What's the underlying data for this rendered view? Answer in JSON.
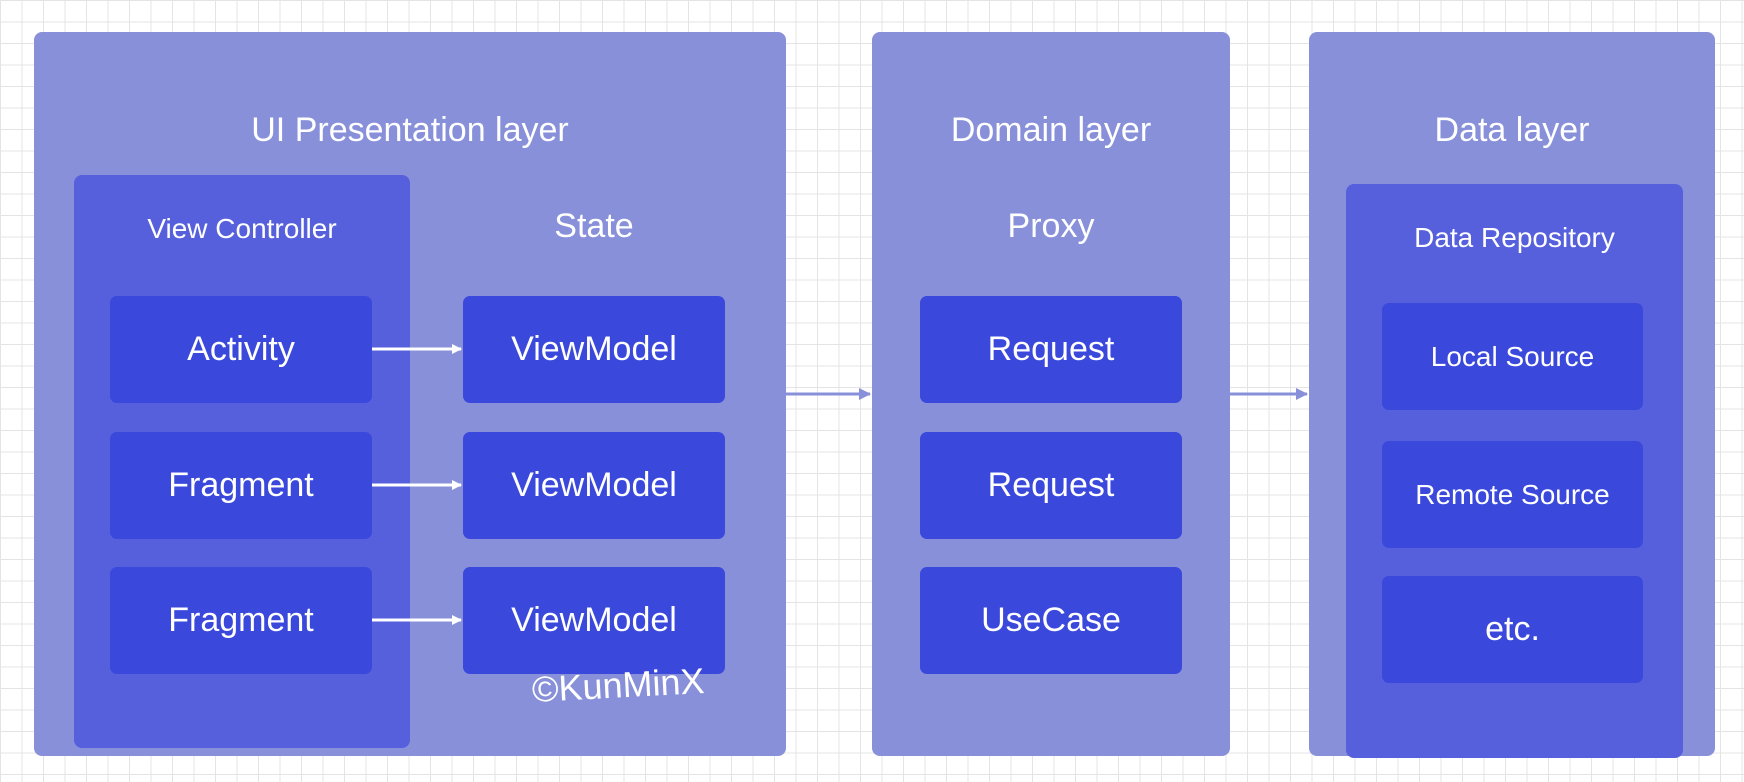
{
  "ui_layer": {
    "title": "UI Presentation layer",
    "view_controller": {
      "title": "View Controller",
      "items": [
        "Activity",
        "Fragment",
        "Fragment"
      ]
    },
    "state": {
      "title": "State",
      "items": [
        "ViewModel",
        "ViewModel",
        "ViewModel"
      ]
    }
  },
  "domain_layer": {
    "title": "Domain layer",
    "proxy": {
      "title": "Proxy",
      "items": [
        "Request",
        "Request",
        "UseCase"
      ]
    }
  },
  "data_layer": {
    "title": "Data layer",
    "repository": {
      "title": "Data Repository",
      "items": [
        "Local Source",
        "Remote Source",
        "etc."
      ]
    }
  },
  "watermark": "©KunMinX",
  "colors": {
    "layer": "#8890d9",
    "group": "#5660dc",
    "box": "#3a48dc",
    "arrow_white": "#ffffff",
    "arrow_between_layers": "#8890d9"
  }
}
